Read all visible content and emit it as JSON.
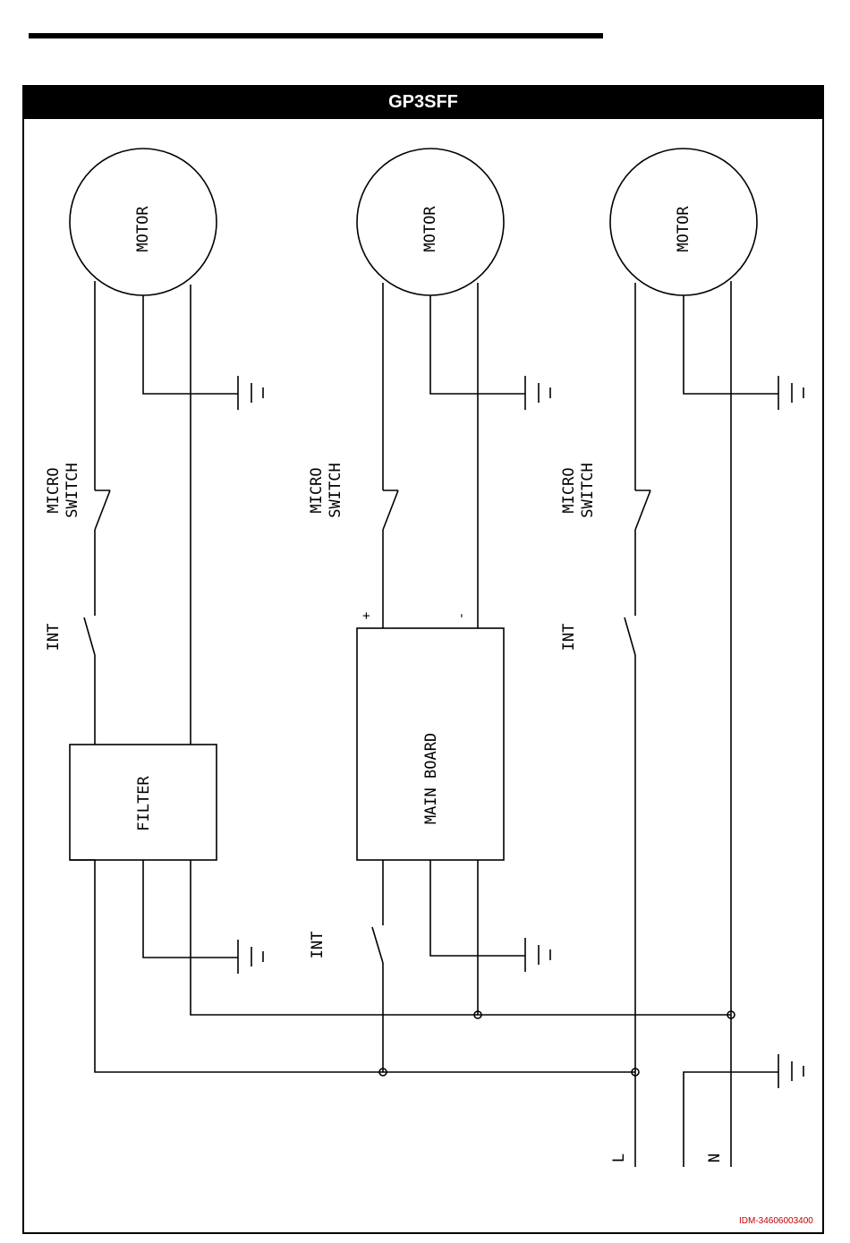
{
  "title": "GP3SFF",
  "labels": {
    "motor": "MOTOR",
    "micro": "MICRO",
    "switch": "SWITCH",
    "int": "INT",
    "filter": "FILTER",
    "main_board": "MAIN BOARD",
    "plus": "+",
    "minus": "-",
    "line": "L",
    "neutral": "N"
  },
  "doc_id": "IDM-34606003400",
  "colors": {
    "doc_id": "#c00000",
    "title_bar": "#000000"
  }
}
